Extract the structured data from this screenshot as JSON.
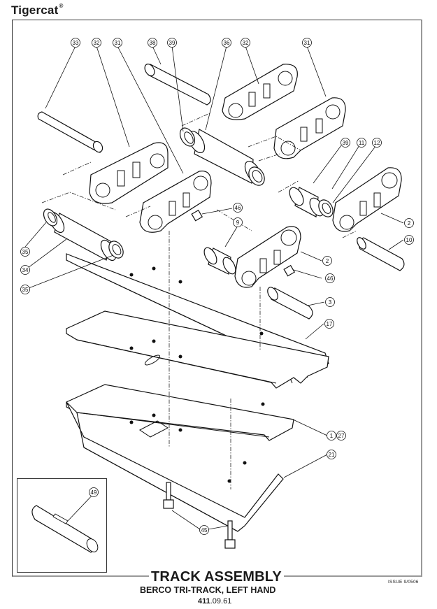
{
  "header": {
    "brand": "Tigercat",
    "brand_mark": "®"
  },
  "footer": {
    "title": "TRACK ASSEMBLY",
    "subtitle": "BERCO TRI-TRACK, LEFT HAND",
    "doc_number_prefix": "411",
    "doc_number_suffix": ".09.61",
    "issue": "ISSUE 9/0506"
  },
  "callouts": [
    {
      "label": "33",
      "part": "pin"
    },
    {
      "label": "32",
      "part": "link-left-inner"
    },
    {
      "label": "31",
      "part": "link-left-outer"
    },
    {
      "label": "38",
      "part": "pin"
    },
    {
      "label": "39",
      "part": "seal"
    },
    {
      "label": "36",
      "part": "bushing"
    },
    {
      "label": "32",
      "part": "link-right-inner"
    },
    {
      "label": "31",
      "part": "link-right-outer"
    },
    {
      "label": "39",
      "part": "seal"
    },
    {
      "label": "11",
      "part": "bushing"
    },
    {
      "label": "12",
      "part": "seal"
    },
    {
      "label": "2",
      "part": "link"
    },
    {
      "label": "10",
      "part": "pin"
    },
    {
      "label": "46",
      "part": "nut"
    },
    {
      "label": "9",
      "part": "bushing"
    },
    {
      "label": "2",
      "part": "link"
    },
    {
      "label": "46",
      "part": "nut"
    },
    {
      "label": "3",
      "part": "pin"
    },
    {
      "label": "35",
      "part": "seal"
    },
    {
      "label": "34",
      "part": "bushing"
    },
    {
      "label": "35",
      "part": "seal"
    },
    {
      "label": "17",
      "part": "shoe"
    },
    {
      "label": "1",
      "part": "shoe"
    },
    {
      "label": "27",
      "part": "shoe"
    },
    {
      "label": "21",
      "part": "shoe"
    },
    {
      "label": "45",
      "part": "bolt"
    },
    {
      "label": "49",
      "part": "master-pin"
    }
  ]
}
